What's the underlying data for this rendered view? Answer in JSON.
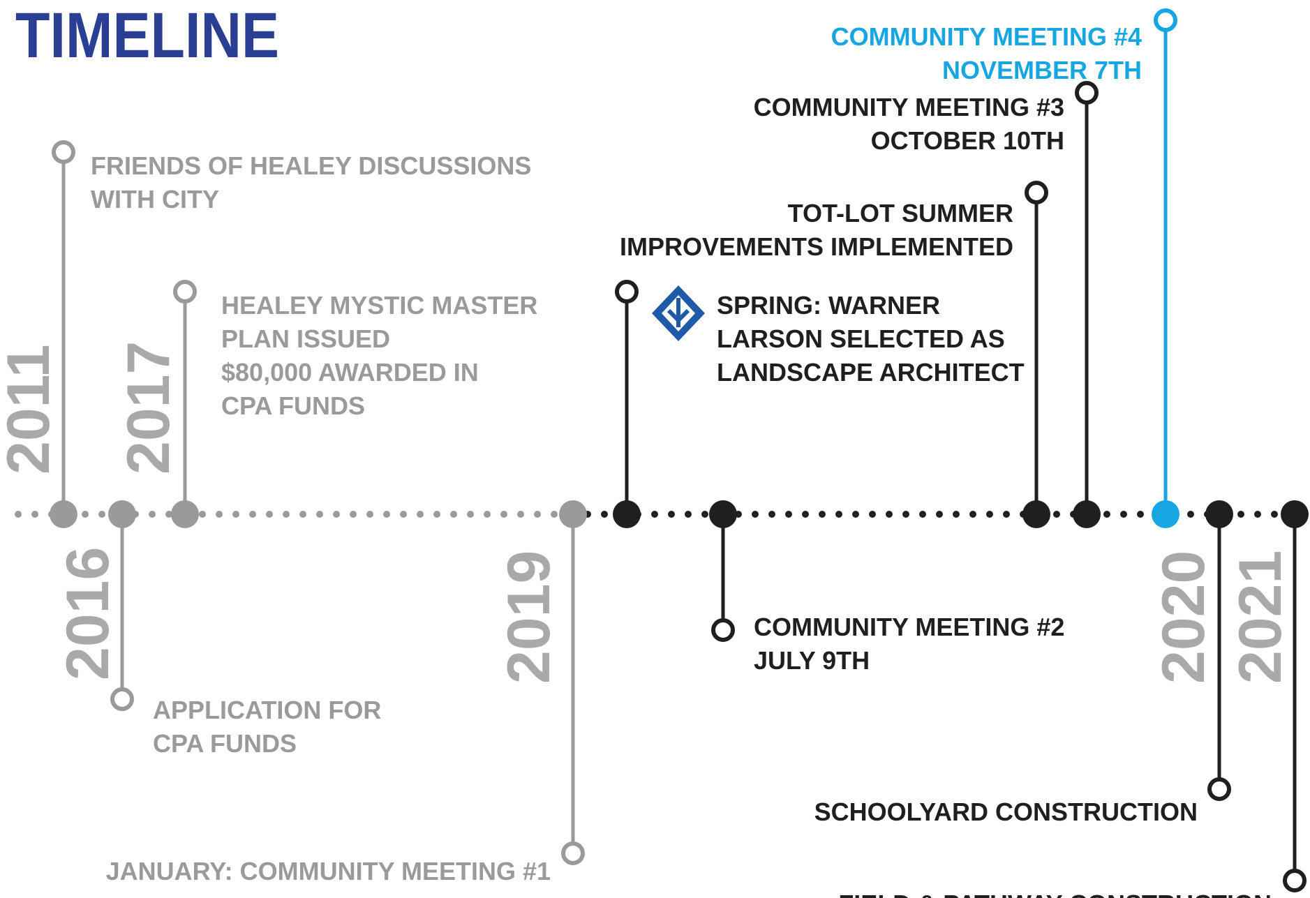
{
  "title": "TIMELINE",
  "colors": {
    "title": "#2a3f94",
    "past": "#9a9a9a",
    "current": "#1f1f21",
    "highlight": "#17a6e2",
    "year": "#a9a9a9",
    "logo": "#1d5aa7"
  },
  "years": [
    {
      "label": "2011",
      "state": "past"
    },
    {
      "label": "2016",
      "state": "past"
    },
    {
      "label": "2017",
      "state": "past"
    },
    {
      "label": "2019",
      "state": "past"
    },
    {
      "label": "2020",
      "state": "past"
    },
    {
      "label": "2021",
      "state": "past"
    }
  ],
  "events": [
    {
      "lines": [
        "FRIENDS OF HEALEY DISCUSSIONS",
        "WITH CITY"
      ],
      "state": "past",
      "direction": "up"
    },
    {
      "lines": [
        "APPLICATION FOR",
        "CPA FUNDS"
      ],
      "state": "past",
      "direction": "down"
    },
    {
      "lines": [
        "HEALEY MYSTIC MASTER",
        "PLAN ISSUED",
        "",
        "$80,000 AWARDED IN",
        "CPA FUNDS"
      ],
      "state": "past",
      "direction": "up"
    },
    {
      "lines": [
        "JANUARY: COMMUNITY MEETING #1"
      ],
      "state": "past",
      "direction": "down"
    },
    {
      "lines": [
        "SPRING: WARNER",
        "LARSON SELECTED AS",
        "LANDSCAPE ARCHITECT"
      ],
      "state": "current",
      "direction": "up",
      "logo": "warner-larson-logo"
    },
    {
      "lines": [
        "COMMUNITY MEETING #2",
        "JULY 9TH"
      ],
      "state": "current",
      "direction": "down"
    },
    {
      "lines": [
        "TOT-LOT SUMMER",
        "IMPROVEMENTS IMPLEMENTED"
      ],
      "state": "current",
      "direction": "up"
    },
    {
      "lines": [
        "COMMUNITY MEETING #3",
        "OCTOBER 10TH"
      ],
      "state": "current",
      "direction": "up"
    },
    {
      "lines": [
        "COMMUNITY MEETING #4",
        "NOVEMBER 7TH"
      ],
      "state": "highlight",
      "direction": "up"
    },
    {
      "lines": [
        "SCHOOLYARD CONSTRUCTION"
      ],
      "state": "current",
      "direction": "down"
    },
    {
      "lines": [
        "FIELD & PATHWAY CONSTRUCTION"
      ],
      "state": "current",
      "direction": "down"
    }
  ]
}
